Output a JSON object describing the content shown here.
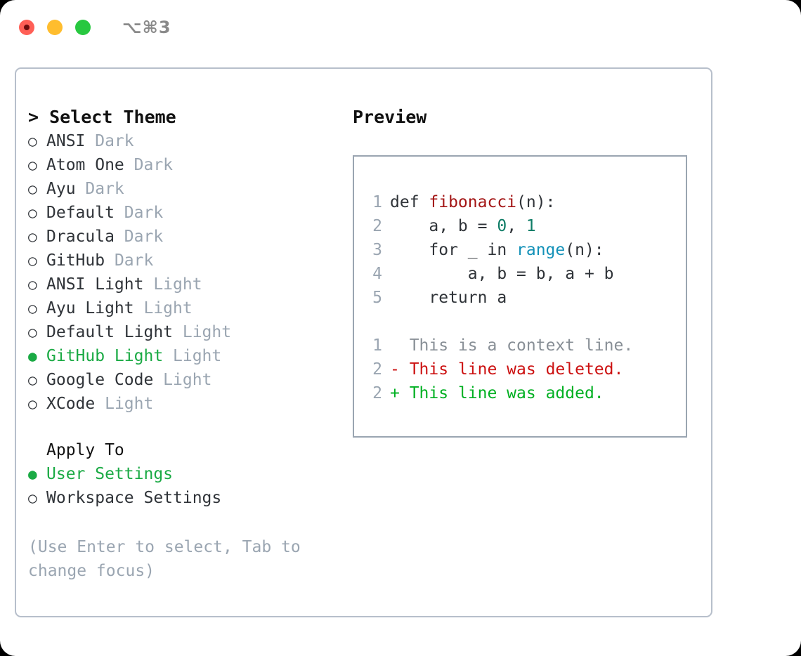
{
  "titlebar": {
    "shortcut": "⌥⌘3",
    "buttons": [
      "close",
      "minimize",
      "maximize"
    ]
  },
  "theme_panel": {
    "heading": "> Select Theme",
    "markers": {
      "selected": "●",
      "unselected": "○"
    },
    "options": [
      {
        "marker": "○",
        "label": "ANSI",
        "tag": " Dark",
        "selected": false
      },
      {
        "marker": "○",
        "label": "Atom One",
        "tag": " Dark",
        "selected": false
      },
      {
        "marker": "○",
        "label": "Ayu",
        "tag": " Dark",
        "selected": false
      },
      {
        "marker": "○",
        "label": "Default",
        "tag": " Dark",
        "selected": false
      },
      {
        "marker": "○",
        "label": "Dracula",
        "tag": " Dark",
        "selected": false
      },
      {
        "marker": "○",
        "label": "GitHub",
        "tag": " Dark",
        "selected": false
      },
      {
        "marker": "○",
        "label": "ANSI Light",
        "tag": " Light",
        "selected": false
      },
      {
        "marker": "○",
        "label": "Ayu Light",
        "tag": " Light",
        "selected": false
      },
      {
        "marker": "○",
        "label": "Default Light",
        "tag": " Light",
        "selected": false
      },
      {
        "marker": "●",
        "label": "GitHub Light",
        "tag": " Light",
        "selected": true
      },
      {
        "marker": "○",
        "label": "Google Code",
        "tag": " Light",
        "selected": false
      },
      {
        "marker": "○",
        "label": "XCode",
        "tag": " Light",
        "selected": false
      }
    ]
  },
  "apply_to": {
    "heading": "Apply To",
    "options": [
      {
        "marker": "●",
        "label": "User Settings",
        "selected": true
      },
      {
        "marker": "○",
        "label": "Workspace Settings",
        "selected": false
      }
    ]
  },
  "hint": "(Use Enter to select, Tab to change focus)",
  "preview": {
    "heading": "Preview",
    "code_lines": [
      {
        "no": "1",
        "seg": [
          {
            "t": "def ",
            "c": "plain"
          },
          {
            "t": "fibonacci",
            "c": "fn"
          },
          {
            "t": "(n):",
            "c": "plain"
          }
        ]
      },
      {
        "no": "2",
        "seg": [
          {
            "t": "    a, b = ",
            "c": "plain"
          },
          {
            "t": "0",
            "c": "num"
          },
          {
            "t": ", ",
            "c": "plain"
          },
          {
            "t": "1",
            "c": "num"
          }
        ]
      },
      {
        "no": "3",
        "seg": [
          {
            "t": "    for _ in ",
            "c": "plain"
          },
          {
            "t": "range",
            "c": "builtin"
          },
          {
            "t": "(n):",
            "c": "plain"
          }
        ]
      },
      {
        "no": "4",
        "seg": [
          {
            "t": "        a, b = b, a + b",
            "c": "plain"
          }
        ]
      },
      {
        "no": "5",
        "seg": [
          {
            "t": "    return a",
            "c": "plain"
          }
        ]
      }
    ],
    "diff_lines": [
      {
        "no": "1",
        "marker": "  ",
        "text": "This is a context line.",
        "kind": "context"
      },
      {
        "no": "2",
        "marker": "- ",
        "text": "This line was deleted.",
        "kind": "deleted"
      },
      {
        "no": "2",
        "marker": "+ ",
        "text": "This line was added.",
        "kind": "added"
      }
    ]
  },
  "colors": {
    "accent_green": "#1aaa44",
    "muted": "#9aa5b1",
    "diff_deleted": "#cc1111",
    "diff_added": "#00b022",
    "syntax_function": "#a31515",
    "syntax_number": "#0e7c66",
    "syntax_builtin": "#1391b8",
    "border": "#b7bfcb",
    "traffic_red": "#ff5f56",
    "traffic_yellow": "#ffbd2e",
    "traffic_green": "#28c840"
  }
}
